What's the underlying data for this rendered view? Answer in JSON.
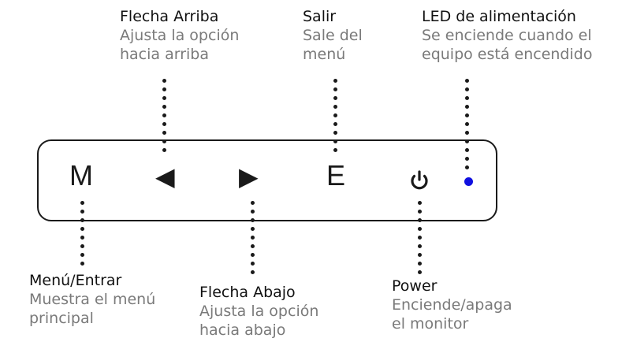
{
  "callouts_top": [
    {
      "id": "up",
      "title": "Flecha Arriba",
      "desc1": "Ajusta la opción",
      "desc2": "hacia arriba"
    },
    {
      "id": "exit",
      "title": "Salir",
      "desc1": "Sale del",
      "desc2": "menú"
    },
    {
      "id": "led",
      "title": "LED de alimentación",
      "desc1": "Se enciende cuando el",
      "desc2": "equipo está encendido"
    }
  ],
  "callouts_bottom": [
    {
      "id": "menu",
      "title": "Menú/Entrar",
      "desc1": "Muestra el menú",
      "desc2": "principal"
    },
    {
      "id": "down",
      "title": "Flecha Abajo",
      "desc1": "Ajusta la opción",
      "desc2": "hacia abajo"
    },
    {
      "id": "power",
      "title": "Power",
      "desc1": "Enciende/apaga",
      "desc2": "el monitor"
    }
  ],
  "buttons": {
    "menu": "M",
    "up": "◀",
    "down": "▶",
    "exit": "E",
    "power_icon": "power-icon"
  },
  "led_color": "#1010e0"
}
